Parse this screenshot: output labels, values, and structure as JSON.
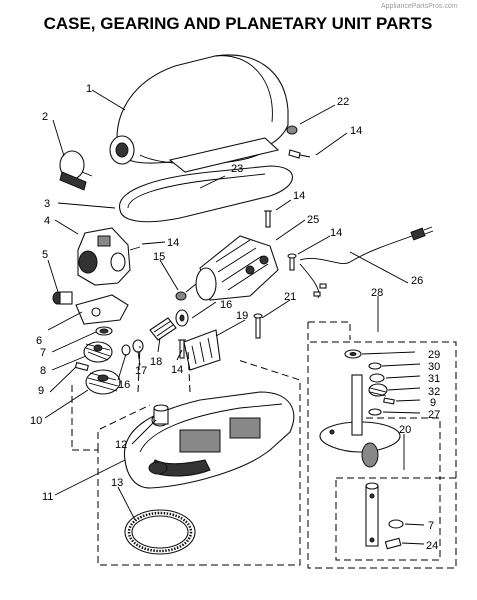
{
  "watermark": "AppliancePartsPros.com",
  "title": "CASE, GEARING AND PLANETARY UNIT PARTS",
  "callouts": [
    "1",
    "2",
    "22",
    "14",
    "23",
    "3",
    "14",
    "25",
    "4",
    "14",
    "14",
    "5",
    "15",
    "26",
    "16",
    "21",
    "28",
    "6",
    "19",
    "7",
    "18",
    "17",
    "14",
    "29",
    "30",
    "31",
    "8",
    "16",
    "32",
    "9",
    "9",
    "27",
    "10",
    "12",
    "20",
    "11",
    "13",
    "7",
    "24"
  ]
}
